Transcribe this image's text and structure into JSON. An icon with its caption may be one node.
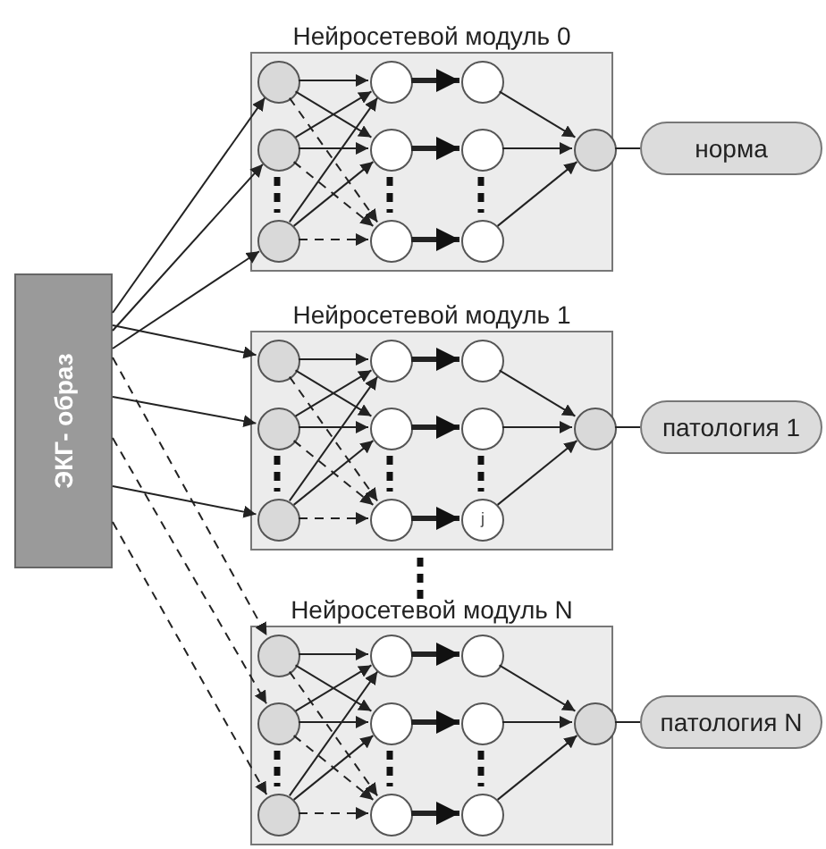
{
  "diagram": {
    "nodes": [
      {
        "text": [
          "ЭКГ- образ"
        ]
      },
      {
        "text": [
          "Нейросетевой модуль 0"
        ]
      },
      {
        "text": [],
        "shape": "circle",
        "in": 1
      },
      {
        "text": [],
        "shape": "circle",
        "in": 1
      },
      {
        "text": [],
        "shape": "circle",
        "in": 1
      },
      {
        "text": [],
        "shape": "circle",
        "in": 1
      },
      {
        "text": [],
        "shape": "circle",
        "in": 1
      },
      {
        "text": [],
        "shape": "circle",
        "in": 1
      },
      {
        "text": [],
        "shape": "circle",
        "in": 1
      },
      {
        "text": [],
        "shape": "circle",
        "in": 1
      },
      {
        "text": [],
        "shape": "circle",
        "in": 1
      },
      {
        "text": [],
        "shape": "circle",
        "in": 1
      },
      {
        "text": [
          "норма"
        ]
      },
      {
        "text": [
          "Нейросетевой модуль 1"
        ]
      },
      {
        "text": [],
        "shape": "circle",
        "in": 13
      },
      {
        "text": [],
        "shape": "circle",
        "in": 13
      },
      {
        "text": [],
        "shape": "circle",
        "in": 13
      },
      {
        "text": [],
        "shape": "circle",
        "in": 13
      },
      {
        "text": [],
        "shape": "circle",
        "in": 13
      },
      {
        "text": [],
        "shape": "circle",
        "in": 13
      },
      {
        "text": [],
        "shape": "circle",
        "in": 13
      },
      {
        "text": [],
        "shape": "circle",
        "in": 13
      },
      {
        "text": [
          "j"
        ],
        "in": 13
      },
      {
        "text": [],
        "shape": "circle",
        "in": 13
      },
      {
        "text": [
          "патология 1"
        ]
      },
      {
        "text": [
          "Нейросетевой модуль N"
        ]
      },
      {
        "text": [],
        "shape": "circle",
        "in": 25
      },
      {
        "text": [],
        "shape": "circle",
        "in": 25
      },
      {
        "text": [],
        "shape": "circle",
        "in": 25
      },
      {
        "text": [],
        "shape": "circle",
        "in": 25
      },
      {
        "text": [],
        "shape": "circle",
        "in": 25
      },
      {
        "text": [],
        "shape": "circle",
        "in": 25
      },
      {
        "text": [],
        "shape": "circle",
        "in": 25
      },
      {
        "text": [],
        "shape": "circle",
        "in": 25
      },
      {
        "text": [],
        "shape": "circle",
        "in": 25
      },
      {
        "text": [],
        "shape": "circle",
        "in": 25
      },
      {
        "text": [
          "патология N"
        ]
      }
    ],
    "edges": [
      {
        "from": 0,
        "to": 2,
        "arrow": "to"
      },
      {
        "from": 0,
        "to": 3,
        "arrow": "to"
      },
      {
        "from": 0,
        "to": 4,
        "arrow": "to"
      },
      {
        "from": 2,
        "to": 5,
        "arrow": "to"
      },
      {
        "from": 2,
        "to": 6,
        "arrow": "to"
      },
      {
        "from": 2,
        "to": 7,
        "arrow": "to",
        "style": "dashed"
      },
      {
        "from": 3,
        "to": 5,
        "arrow": "to"
      },
      {
        "from": 3,
        "to": 6,
        "arrow": "to"
      },
      {
        "from": 3,
        "to": 7,
        "arrow": "to",
        "style": "dashed"
      },
      {
        "from": 4,
        "to": 5,
        "arrow": "to"
      },
      {
        "from": 4,
        "to": 6,
        "arrow": "to"
      },
      {
        "from": 4,
        "to": 7,
        "arrow": "to",
        "style": "dashed"
      },
      {
        "from": 5,
        "to": 8,
        "arrow": "to",
        "style": "thick"
      },
      {
        "from": 6,
        "to": 9,
        "arrow": "to",
        "style": "thick"
      },
      {
        "from": 7,
        "to": 10,
        "arrow": "to",
        "style": "thick"
      },
      {
        "from": 8,
        "to": 11,
        "arrow": "to"
      },
      {
        "from": 9,
        "to": 11,
        "arrow": "to"
      },
      {
        "from": 10,
        "to": 11,
        "arrow": "to"
      },
      {
        "from": 11,
        "to": 12,
        "arrow": "none"
      },
      {
        "from": 0,
        "to": 14,
        "arrow": "to"
      },
      {
        "from": 0,
        "to": 15,
        "arrow": "to"
      },
      {
        "from": 0,
        "to": 16,
        "arrow": "to"
      },
      {
        "from": 14,
        "to": 17,
        "arrow": "to"
      },
      {
        "from": 14,
        "to": 18,
        "arrow": "to"
      },
      {
        "from": 14,
        "to": 19,
        "arrow": "to",
        "style": "dashed"
      },
      {
        "from": 15,
        "to": 17,
        "arrow": "to"
      },
      {
        "from": 15,
        "to": 18,
        "arrow": "to"
      },
      {
        "from": 15,
        "to": 19,
        "arrow": "to",
        "style": "dashed"
      },
      {
        "from": 16,
        "to": 17,
        "arrow": "to"
      },
      {
        "from": 16,
        "to": 18,
        "arrow": "to"
      },
      {
        "from": 16,
        "to": 19,
        "arrow": "to",
        "style": "dashed"
      },
      {
        "from": 17,
        "to": 20,
        "arrow": "to",
        "style": "thick"
      },
      {
        "from": 18,
        "to": 21,
        "arrow": "to",
        "style": "thick"
      },
      {
        "from": 19,
        "to": 22,
        "arrow": "to",
        "style": "thick"
      },
      {
        "from": 20,
        "to": 23,
        "arrow": "to"
      },
      {
        "from": 21,
        "to": 23,
        "arrow": "to"
      },
      {
        "from": 22,
        "to": 23,
        "arrow": "to"
      },
      {
        "from": 23,
        "to": 24,
        "arrow": "none"
      },
      {
        "from": 0,
        "to": 26,
        "arrow": "to",
        "style": "dashed"
      },
      {
        "from": 0,
        "to": 27,
        "arrow": "to",
        "style": "dashed"
      },
      {
        "from": 0,
        "to": 28,
        "arrow": "to",
        "style": "dashed"
      },
      {
        "from": 26,
        "to": 29,
        "arrow": "to"
      },
      {
        "from": 26,
        "to": 30,
        "arrow": "to"
      },
      {
        "from": 26,
        "to": 31,
        "arrow": "to",
        "style": "dashed"
      },
      {
        "from": 27,
        "to": 29,
        "arrow": "to"
      },
      {
        "from": 27,
        "to": 30,
        "arrow": "to"
      },
      {
        "from": 27,
        "to": 31,
        "arrow": "to",
        "style": "dashed"
      },
      {
        "from": 28,
        "to": 29,
        "arrow": "to"
      },
      {
        "from": 28,
        "to": 30,
        "arrow": "to"
      },
      {
        "from": 28,
        "to": 31,
        "arrow": "to",
        "style": "dashed"
      },
      {
        "from": 29,
        "to": 32,
        "arrow": "to",
        "style": "thick"
      },
      {
        "from": 30,
        "to": 33,
        "arrow": "to",
        "style": "thick"
      },
      {
        "from": 31,
        "to": 34,
        "arrow": "to",
        "style": "thick"
      },
      {
        "from": 32,
        "to": 35,
        "arrow": "to"
      },
      {
        "from": 33,
        "to": 35,
        "arrow": "to"
      },
      {
        "from": 34,
        "to": 35,
        "arrow": "to"
      },
      {
        "from": 35,
        "to": 36,
        "arrow": "none"
      }
    ]
  }
}
